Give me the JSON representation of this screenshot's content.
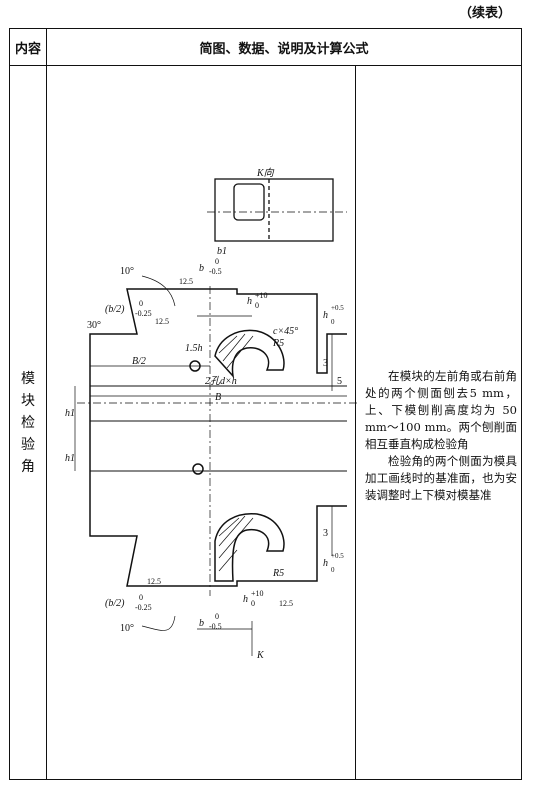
{
  "continued": "（续表）",
  "header": {
    "col1": "内容",
    "col2": "简图、数据、说明及计算公式"
  },
  "row": {
    "topic": [
      "模",
      "块",
      "检",
      "验",
      "角"
    ],
    "paragraphs": [
      "在模块的左前角或右前角处的两个侧面刨去5 mm，上、下模刨削高度均为 50 mm～100 mm。两个刨削面相互垂直构成检验角",
      "检验角的两个侧面为模具加工画线时的基准面，也为安装调整时上下模对模基准"
    ]
  },
  "drawing": {
    "view_k": "K向",
    "b1": "b1",
    "b_tol": "b",
    "b_upper": "0",
    "b_lower": "-0.5",
    "angle_10": "10°",
    "angle_30": "30°",
    "half_b": "(b/2)",
    "half_b_upper": "0",
    "half_b_lower": "-0.25",
    "rough": "12.5",
    "h_fit": "h",
    "h_fit_sup": "+10",
    "h_fit_sub": "0",
    "chamfer": "c×45°",
    "r5": "R5",
    "one_five_h": "1.5h",
    "h_right": "h",
    "h_right_upper": "+0.5",
    "h_right_lower": "0",
    "three": "3",
    "b_half_label": "B/2",
    "holes": "2孔d×h",
    "B": "B",
    "five": "5",
    "h1": "h1",
    "K": "K"
  }
}
